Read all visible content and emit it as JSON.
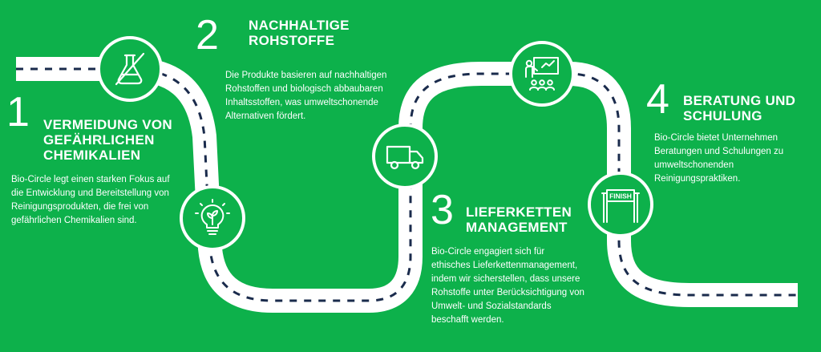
{
  "colors": {
    "background": "#0db14b",
    "road": "#ffffff",
    "road_dash": "#1a2b4c",
    "text": "#ffffff"
  },
  "steps": [
    {
      "number": "1",
      "title_lines": [
        "VERMEIDUNG VON",
        "GEFÄHRLICHEN",
        "CHEMIKALIEN"
      ],
      "desc_lines": [
        "Bio-Circle legt einen starken Fokus auf",
        "die Entwicklung und Bereitstellung von",
        "Reinigungsprodukten, die frei von",
        "gefährlichen Chemikalien sind."
      ],
      "icon": "no-chemicals-flask-icon"
    },
    {
      "number": "2",
      "title_lines": [
        "NACHHALTIGE",
        "ROHSTOFFE"
      ],
      "desc_lines": [
        "Die Produkte basieren auf nachhaltigen",
        "Rohstoffen und biologisch abbaubaren",
        "Inhaltsstoffen, was umweltschonende",
        "Alternativen fördert."
      ],
      "icon": "eco-lightbulb-icon"
    },
    {
      "number": "3",
      "title_lines": [
        "LIEFERKETTEN",
        "MANAGEMENT"
      ],
      "desc_lines": [
        "Bio-Circle engagiert sich für",
        "ethisches Lieferkettenmanagement,",
        "indem wir sicherstellen, dass unsere",
        "Rohstoffe unter Berücksichtigung von",
        "Umwelt- und Sozialstandards",
        "beschafft werden."
      ],
      "icon": "delivery-truck-icon"
    },
    {
      "number": "4",
      "title_lines": [
        "BERATUNG UND",
        "SCHULUNG"
      ],
      "desc_lines": [
        "Bio-Circle bietet Unternehmen",
        "Beratungen und Schulungen zu",
        "umweltschonenden",
        "Reinigungspraktiken."
      ],
      "icon": "presentation-training-icon"
    }
  ],
  "finish_label": "FINISH"
}
